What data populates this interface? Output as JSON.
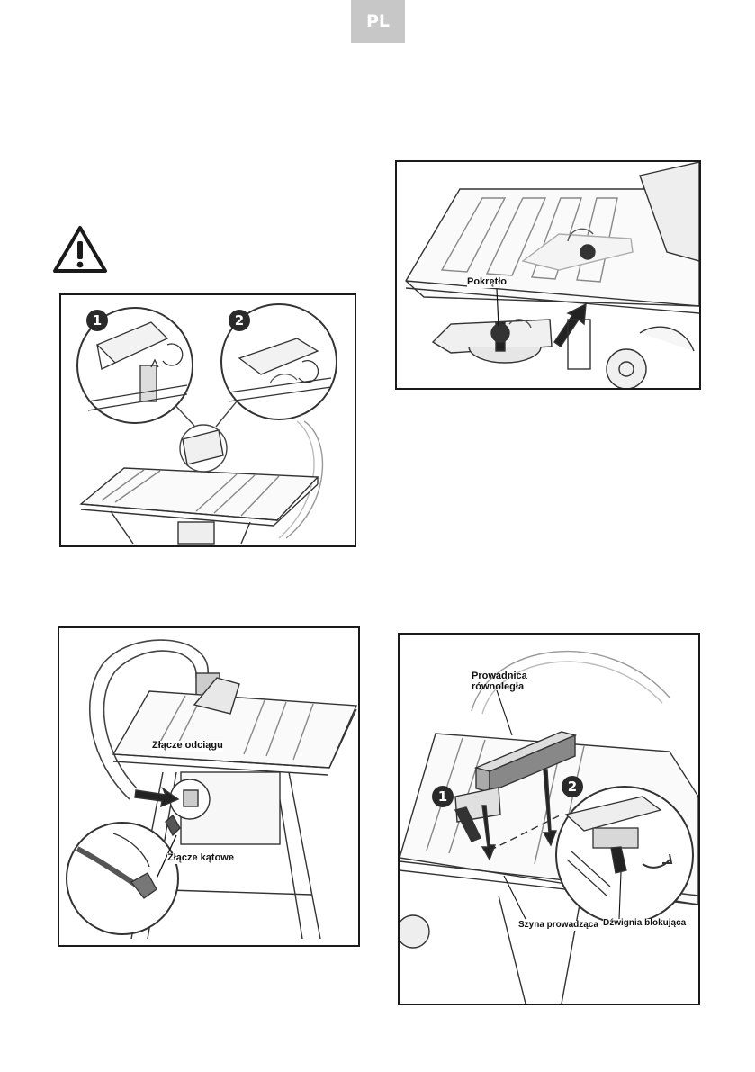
{
  "page": {
    "language_tab": "PL"
  },
  "figures": {
    "blade_guard": {
      "step1": "1",
      "step2": "2"
    },
    "miter_gauge": {
      "knob_label": "Pokrętło"
    },
    "dust_extraction": {
      "extraction_connector": "Złącze odciągu",
      "angle_connector": "Złącze kątowe"
    },
    "parallel_fence": {
      "fence_label": "Prowadnica równoległa",
      "step1": "1",
      "step2": "2",
      "guide_rail": "Szyna prowadząca",
      "locking_lever": "Dźwignia blokująca"
    }
  },
  "colors": {
    "tab": "#c7c7c7",
    "line": "#1a1a1a"
  }
}
